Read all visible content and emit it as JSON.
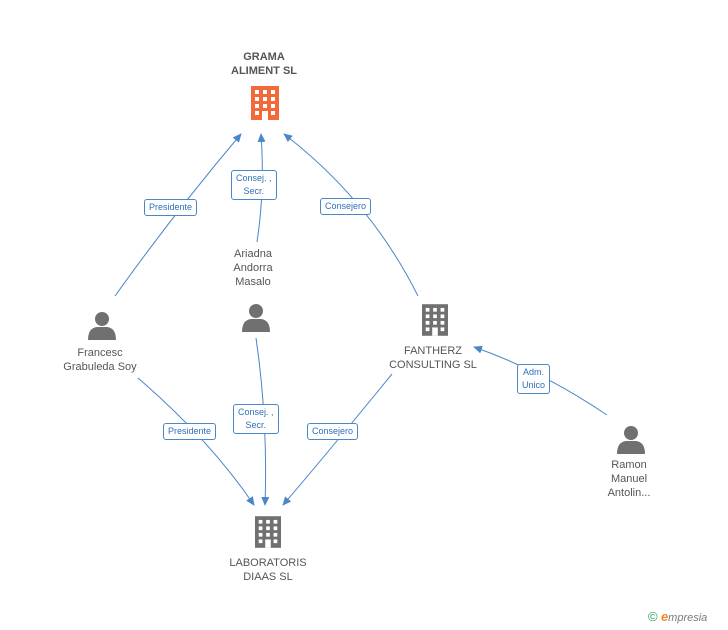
{
  "nodes": {
    "grama": {
      "label": "GRAMA\nALIMENT SL",
      "color": "#f26a3a"
    },
    "laboratoris": {
      "label": "LABORATORIS\nDIAAS SL",
      "color": "#707070"
    },
    "fantherz": {
      "label": "FANTHERZ\nCONSULTING SL",
      "color": "#707070"
    },
    "francesc": {
      "label": "Francesc\nGrabuleda Soy"
    },
    "ariadna": {
      "label": "Ariadna\nAndorra\nMasalo"
    },
    "ramon": {
      "label": "Ramon\nManuel\nAntolin..."
    }
  },
  "edges": {
    "francesc_grama": "Presidente",
    "ariadna_grama": "Consej. ,\nSecr.",
    "fantherz_grama": "Consejero",
    "francesc_lab": "Presidente",
    "ariadna_lab": "Consej. ,\nSecr.",
    "fantherz_lab": "Consejero",
    "ramon_fantherz": "Adm.\nUnico"
  },
  "footer": {
    "copyright": "©",
    "brand_e": "e",
    "brand_rest": "mpresia"
  },
  "colors": {
    "edge": "#4a86c8",
    "person": "#707070",
    "company_main": "#f26a3a",
    "company": "#707070"
  }
}
